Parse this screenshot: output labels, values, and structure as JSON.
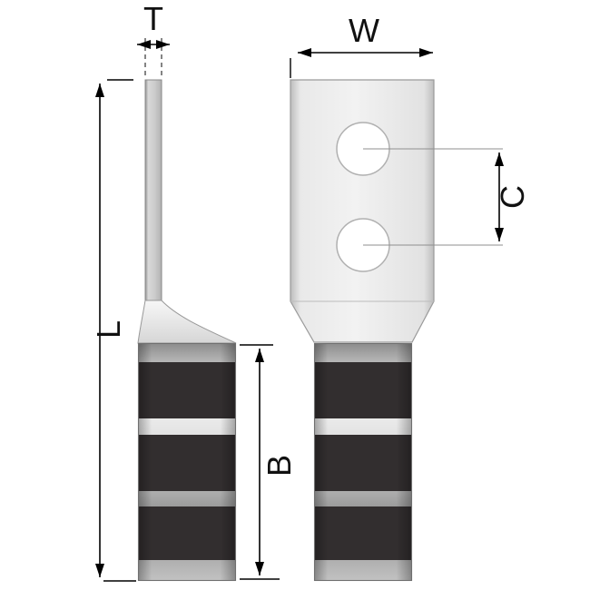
{
  "labels": {
    "T": "T",
    "W": "W",
    "L": "L",
    "B": "B",
    "C": "C"
  },
  "colors": {
    "background": "#ffffff",
    "band_dark": "#322e2f",
    "metal_light": "#f2f2f2",
    "metal_mid": "#c9c9c9",
    "metal_dark": "#8a8a8a",
    "outline": "#7d7d7d",
    "dimension_line": "#000000"
  }
}
